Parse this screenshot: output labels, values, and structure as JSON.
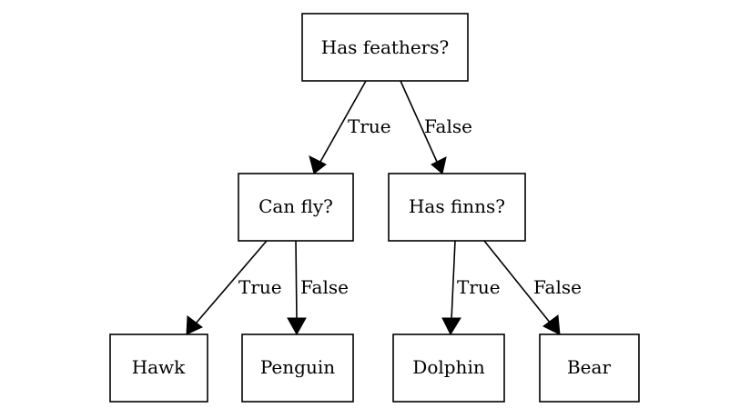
{
  "diagram": {
    "nodes": {
      "root": "Has feathers?",
      "can_fly": "Can fly?",
      "has_finns": "Has finns?",
      "hawk": "Hawk",
      "penguin": "Penguin",
      "dolphin": "Dolphin",
      "bear": "Bear"
    },
    "edges": {
      "root_true": "True",
      "root_false": "False",
      "fly_true": "True",
      "fly_false": "False",
      "finns_true": "True",
      "finns_false": "False"
    }
  }
}
